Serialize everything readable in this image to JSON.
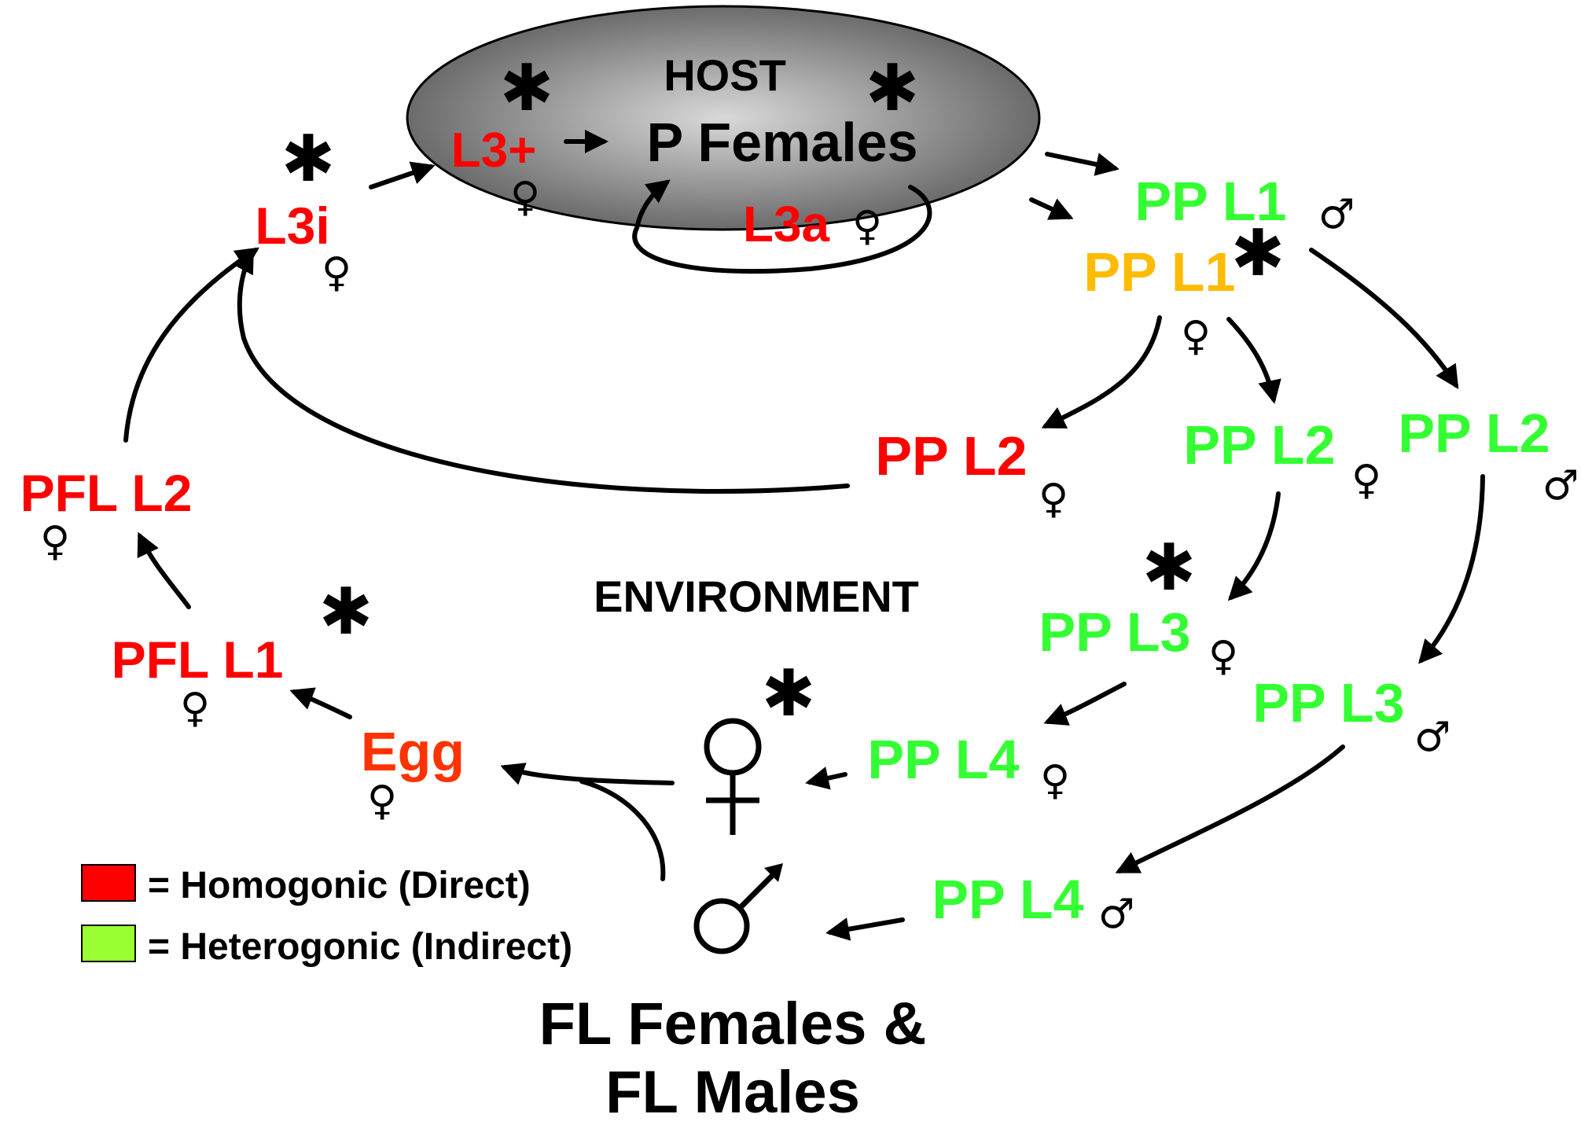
{
  "colors": {
    "homogonic": "#ff0000",
    "heterogonic": "#33ff33",
    "heterogonic_swatch": "#99ff33",
    "egg": "#ff3300",
    "pp_l1_female": "#ffbb00",
    "text": "#000000",
    "host_fill_center": "#d9d9d9",
    "host_fill_edge": "#555555"
  },
  "host": {
    "title": "HOST",
    "p_females": "P Females",
    "l3_plus": "L3+",
    "l3a": "L3a"
  },
  "stages": {
    "l3i": "L3i",
    "pfl_l2": "PFL L2",
    "pfl_l1": "PFL L1",
    "egg": "Egg",
    "pp_l1_male": "PP L1",
    "pp_l1_female": "PP L1",
    "pp_l2_red": "PP L2",
    "pp_l2_female": "PP L2",
    "pp_l2_male": "PP L2",
    "pp_l3_female": "PP L3",
    "pp_l3_male": "PP L3",
    "pp_l4_female": "PP L4",
    "pp_l4_male": "PP L4"
  },
  "symbols": {
    "female": "♀",
    "male": "♂",
    "asterisk": "✱"
  },
  "labels": {
    "environment": "ENVIRONMENT",
    "fl_line1": "FL Females &",
    "fl_line2": "FL Males"
  },
  "legend": {
    "homogonic": "= Homogonic (Direct)",
    "heterogonic": "= Heterogonic (Indirect)"
  }
}
